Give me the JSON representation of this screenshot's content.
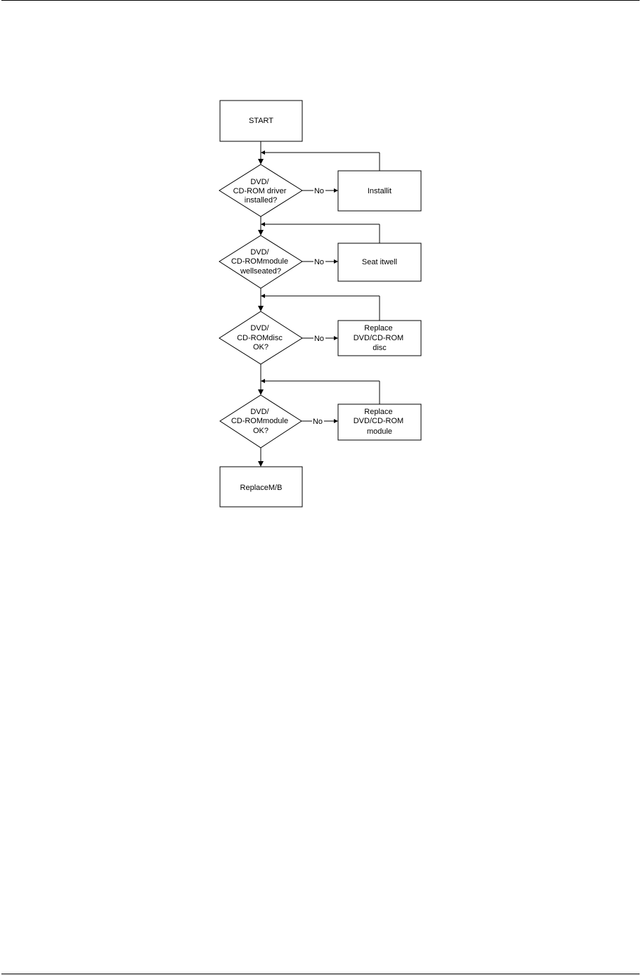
{
  "flowchart": {
    "start": "START",
    "end": "ReplaceM/B",
    "no_label": "No",
    "decisions": [
      {
        "lines": [
          "DVD/",
          "CD-ROM driver",
          "installed?"
        ],
        "action": [
          "Installit"
        ]
      },
      {
        "lines": [
          "DVD/",
          "CD-ROMmodule",
          "wellseated?"
        ],
        "action": [
          "Seat itwell"
        ]
      },
      {
        "lines": [
          "DVD/",
          "CD-ROMdisc",
          "OK?"
        ],
        "action": [
          "Replace",
          "DVD/CD-ROM",
          "disc"
        ]
      },
      {
        "lines": [
          "DVD/",
          "CD-ROMmodule",
          "OK?"
        ],
        "action": [
          "Replace",
          "DVD/CD-ROM",
          "module"
        ]
      }
    ]
  }
}
